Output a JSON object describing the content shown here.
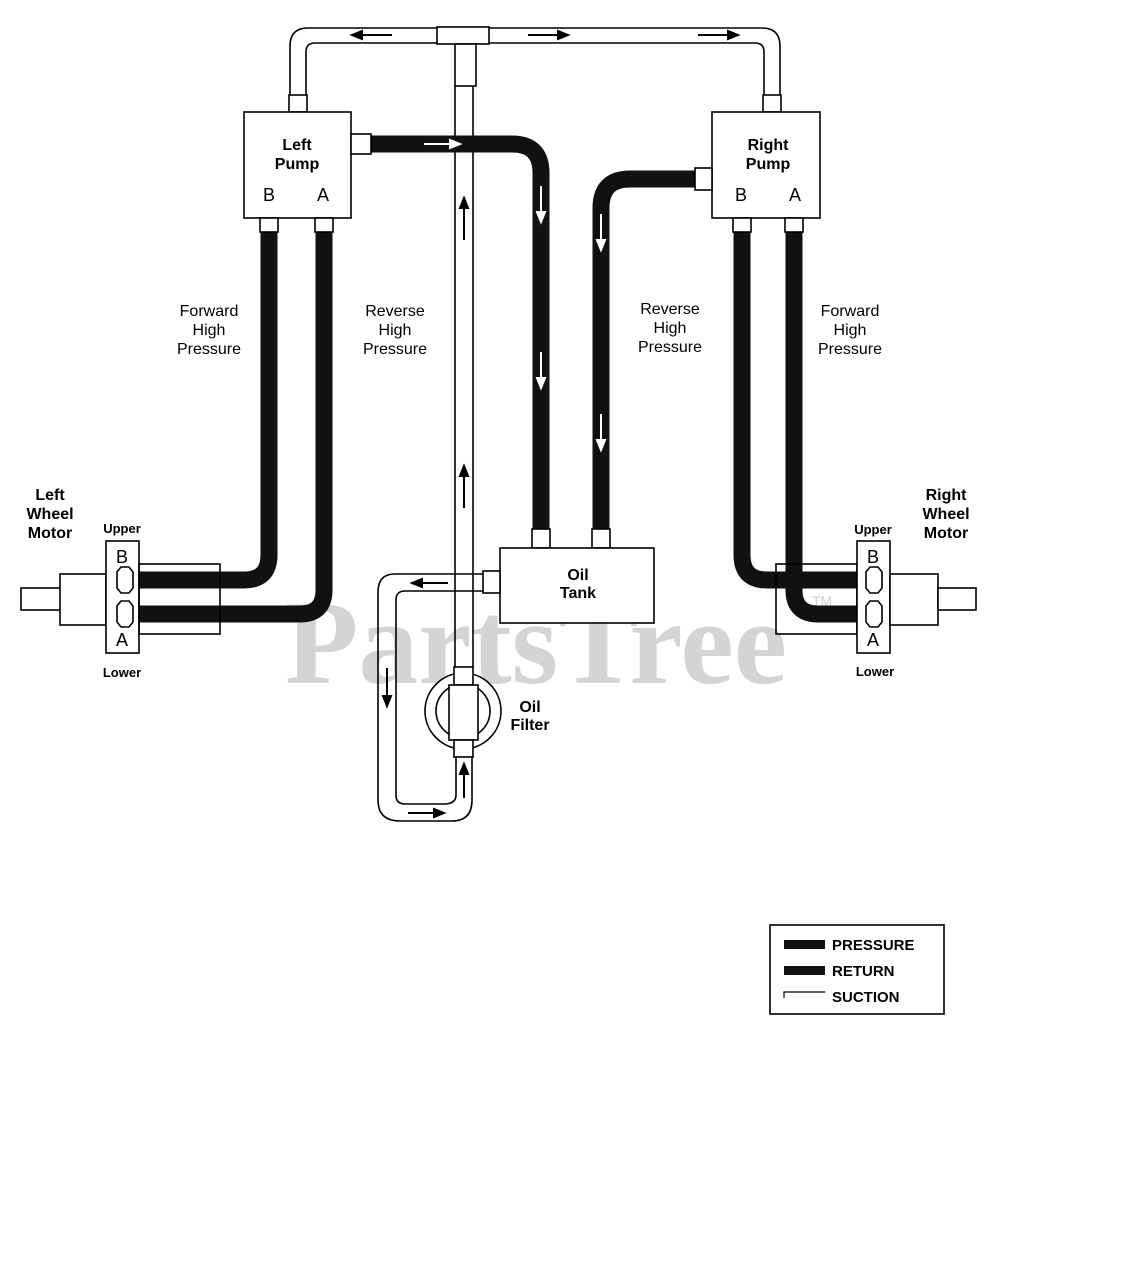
{
  "watermark": {
    "text": "PartsTree",
    "tm": "TM"
  },
  "components": {
    "left_pump": {
      "line1": "Left",
      "line2": "Pump",
      "port_b": "B",
      "port_a": "A"
    },
    "right_pump": {
      "line1": "Right",
      "line2": "Pump",
      "port_b": "B",
      "port_a": "A"
    },
    "oil_tank": {
      "line1": "Oil",
      "line2": "Tank"
    },
    "oil_filter": {
      "line1": "Oil",
      "line2": "Filter"
    },
    "left_motor": {
      "line1": "Left",
      "line2": "Wheel",
      "line3": "Motor",
      "upper": "Upper",
      "lower": "Lower",
      "port_b": "B",
      "port_a": "A"
    },
    "right_motor": {
      "line1": "Right",
      "line2": "Wheel",
      "line3": "Motor",
      "upper": "Upper",
      "lower": "Lower",
      "port_b": "B",
      "port_a": "A"
    }
  },
  "line_labels": {
    "left_forward": {
      "line1": "Forward",
      "line2": "High",
      "line3": "Pressure"
    },
    "left_reverse": {
      "line1": "Reverse",
      "line2": "High",
      "line3": "Pressure"
    },
    "right_reverse": {
      "line1": "Reverse",
      "line2": "High",
      "line3": "Pressure"
    },
    "right_forward": {
      "line1": "Forward",
      "line2": "High",
      "line3": "Pressure"
    }
  },
  "legend": {
    "items": [
      {
        "label": "PRESSURE",
        "style": "thick"
      },
      {
        "label": "RETURN",
        "style": "thick"
      },
      {
        "label": "SUCTION",
        "style": "thin"
      }
    ]
  },
  "colors": {
    "line": "#000000",
    "hose": "#111111",
    "watermark": "#d4d4d4",
    "background": "#ffffff"
  }
}
